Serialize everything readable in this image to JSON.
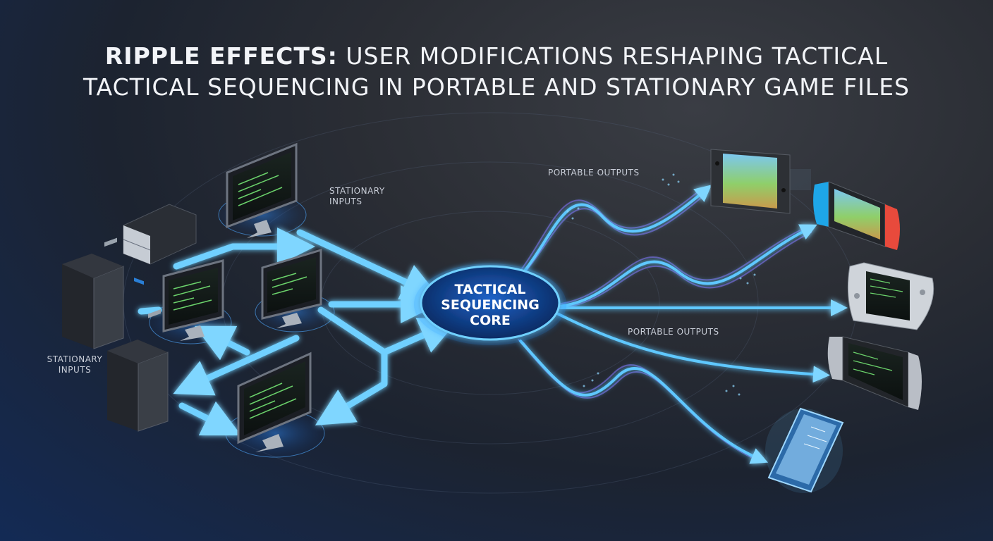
{
  "title": {
    "emphasis": "RIPPLE EFFECTS:",
    "line1_rest": " USER MODIFICATIONS RESHAPING TACTICAL",
    "line2": "TACTICAL SEQUENCING IN PORTABLE AND STATIONARY GAME FILES"
  },
  "core": {
    "line1": "TACTICAL",
    "line2": "SEQUENCING",
    "line3": "CORE"
  },
  "labels": {
    "stationary_top_1": "STATIONARY",
    "stationary_top_2": "INPUTS",
    "stationary_left_1": "STATIONARY",
    "stationary_left_2": "INPUTS",
    "portable_top": "PORTABLE OUTPUTS",
    "portable_mid": "PORTABLE OUTPUTS"
  },
  "icons": [
    "server-rack-icon",
    "tower-pc-icon",
    "desktop-monitor-icon",
    "handheld-console-icon",
    "psp-console-icon",
    "smartphone-icon"
  ],
  "colors": {
    "accent": "#5fc8ff",
    "glow": "#1e90ff",
    "wave": "#8a6bff",
    "core_fill": "#0d3a7a",
    "switch_blue": "#1ea6e8",
    "switch_red": "#e84a3c"
  }
}
